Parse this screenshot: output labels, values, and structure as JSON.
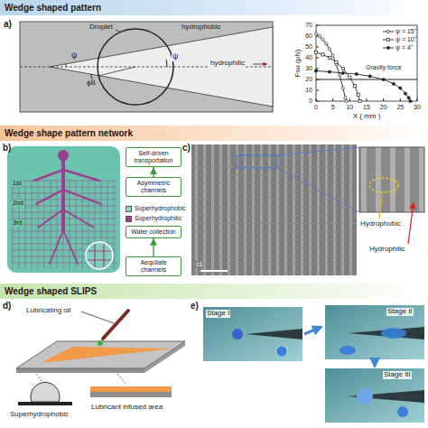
{
  "diagram": {
    "nodes": [
      {
        "text": [
          "Wedge shaped pattern"
        ]
      },
      {
        "text": [
          "Wedge shape pattern network"
        ]
      },
      {
        "text": [
          "Wedge shaped SLIPS"
        ]
      },
      {
        "text": [
          "Self-driven transportation"
        ]
      },
      {
        "text": [
          "Asymmetric channels"
        ]
      },
      {
        "text": [
          "Water collection"
        ]
      },
      {
        "text": [
          "Aequilate channels"
        ]
      }
    ],
    "edges": [
      {
        "from": 4,
        "to": 3,
        "arrow": "to"
      },
      {
        "from": 6,
        "to": 5,
        "arrow": "to"
      }
    ],
    "labels": [
      "a)",
      "Droplet",
      "hydrophobic",
      "hydrophilic",
      "ψ",
      "ϕB",
      "ψ",
      "Fsu (μN)",
      "X ( mm )",
      "0",
      "10",
      "20",
      "30",
      "40",
      "50",
      "60",
      "70",
      "0",
      "5",
      "10",
      "15",
      "20",
      "25",
      "30",
      "Gravity force",
      "b)",
      "1st",
      "2nd",
      "3rd",
      "c)",
      "c1",
      "Hydrophobic",
      "Hydrophilic",
      "d)",
      "Lubricating oil",
      "Superhydrophobic",
      "Lubricant infused area",
      "e)",
      "Stage I",
      "Stage II",
      "Stage III"
    ],
    "legend": [
      {
        "text": "ψ = 15°"
      },
      {
        "text": "ψ = 10°"
      },
      {
        "text": "ψ = 4°"
      },
      {
        "text": "Superhydrophobic",
        "color": "#8fd6c0"
      },
      {
        "text": "Superhydrophilic",
        "color": "#9c3f8f"
      }
    ]
  }
}
